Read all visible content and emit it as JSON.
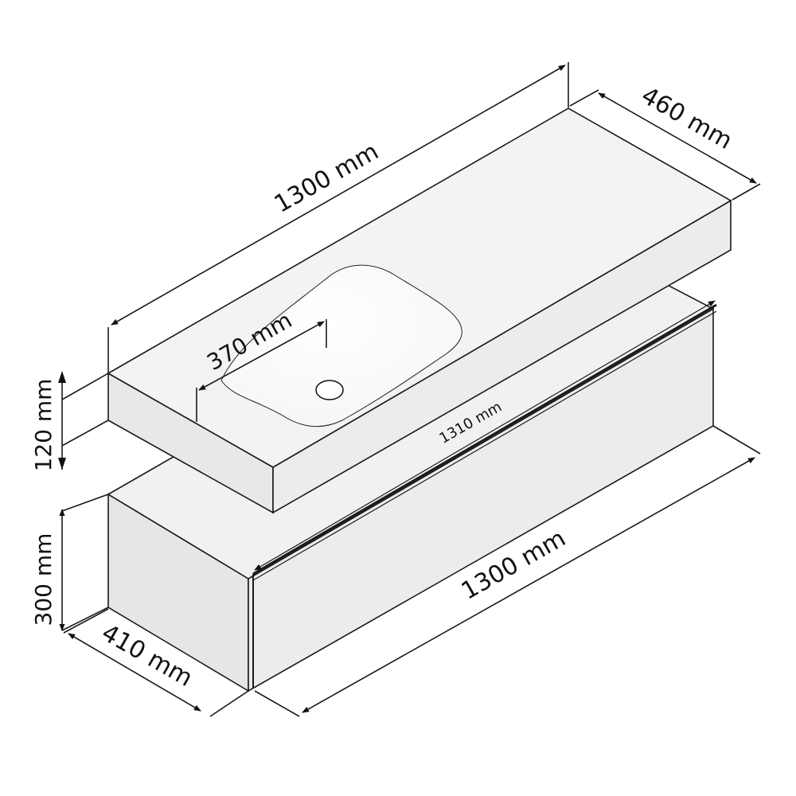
{
  "dimensions": {
    "top_length": "1300 mm",
    "top_depth": "460 mm",
    "top_height": "120 mm",
    "basin_width": "370 mm",
    "drawer_front_length": "1310 mm",
    "cabinet_height": "300 mm",
    "cabinet_depth": "410 mm",
    "cabinet_length": "1300 mm"
  },
  "colors": {
    "surface": "#eeeeee",
    "surface_light": "#f4f4f4",
    "side": "#e9e9e9",
    "basin": "#ffffff",
    "line": "#1a1a1a",
    "background": "#ffffff"
  }
}
